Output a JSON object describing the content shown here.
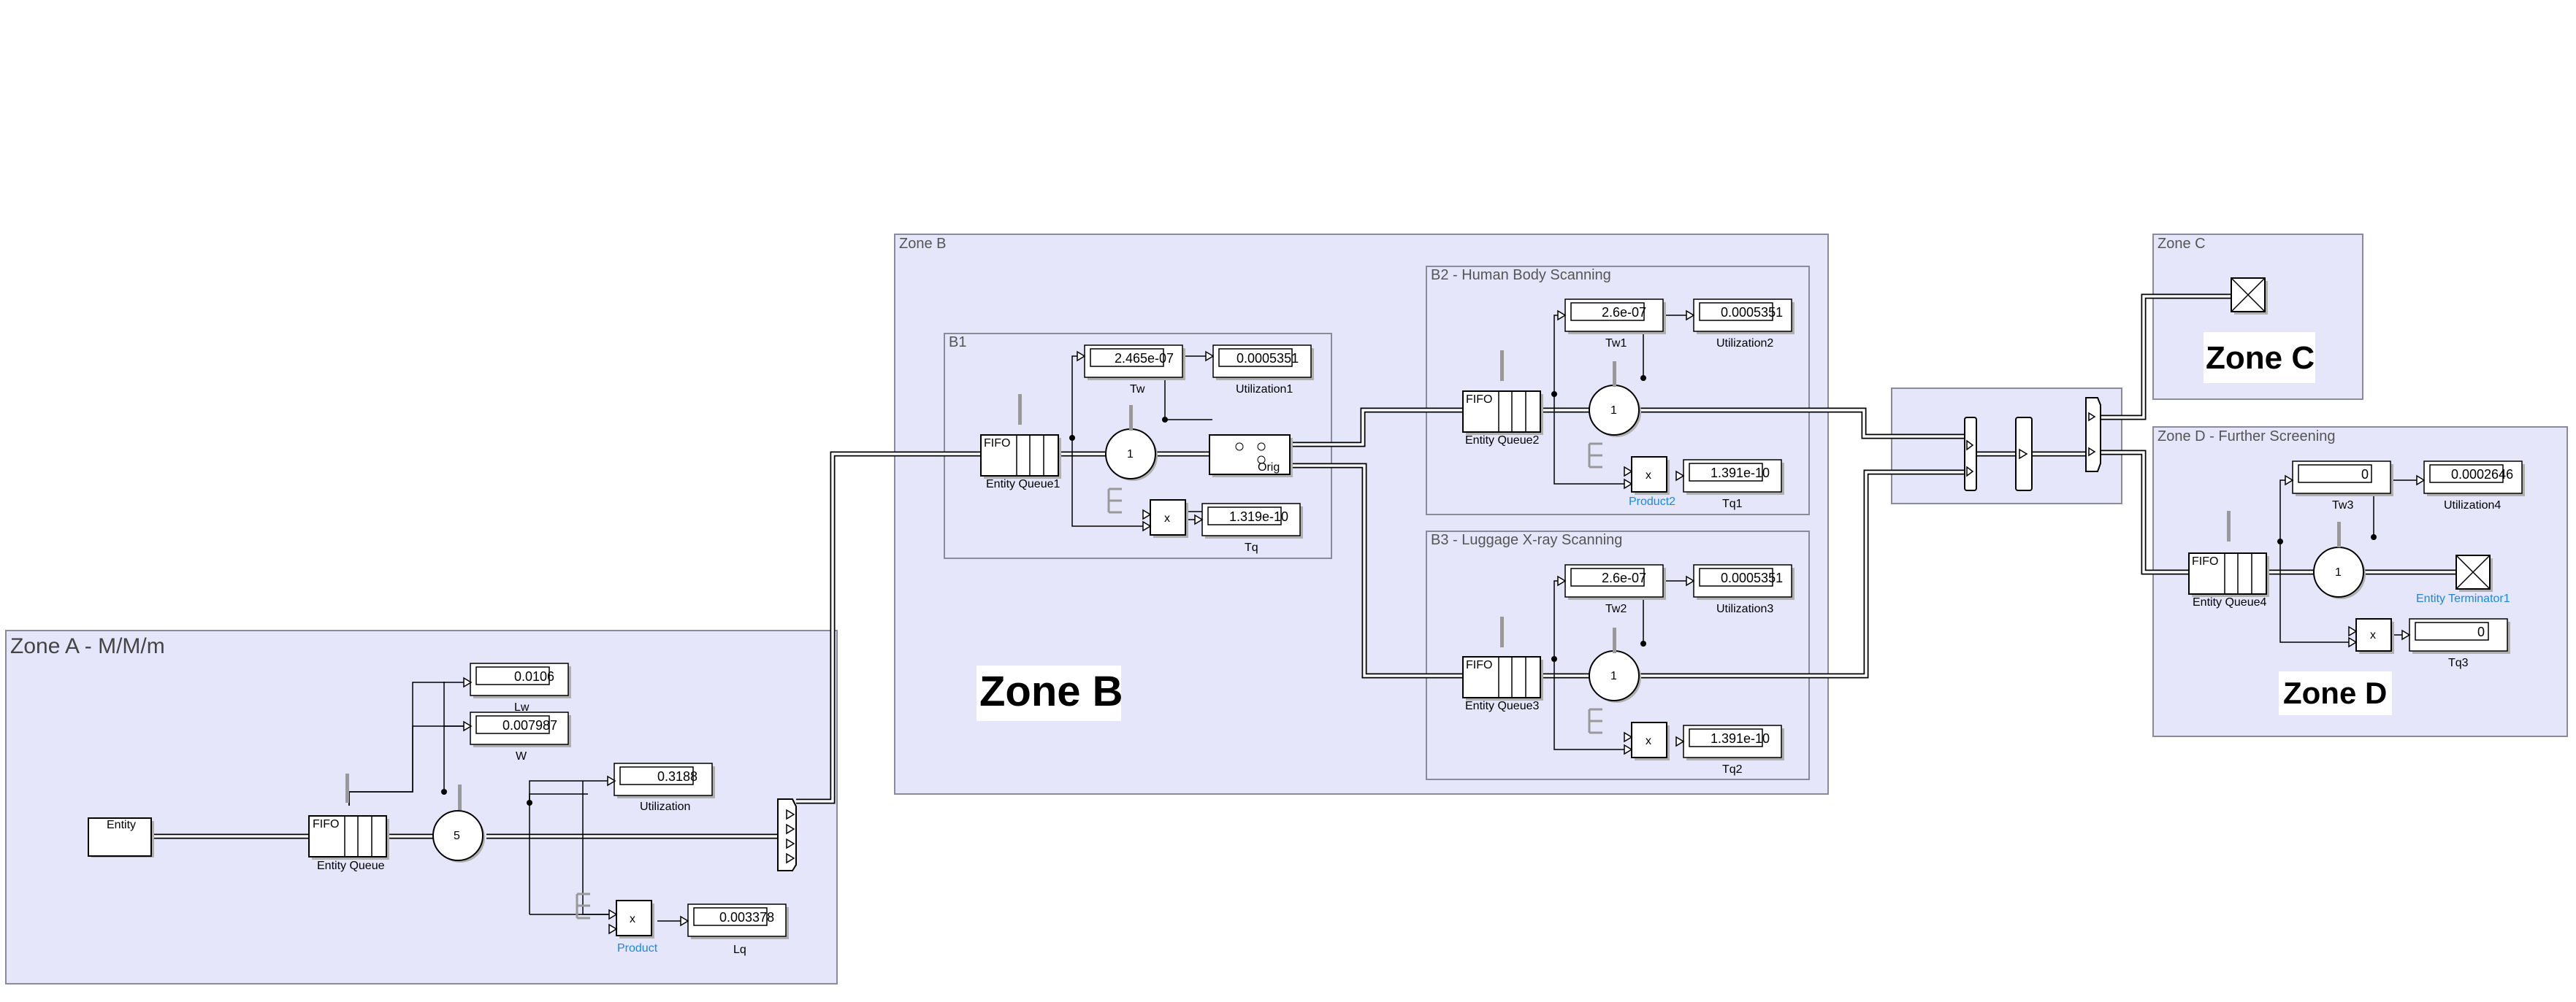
{
  "areas": {
    "zone_a": {
      "label": "Zone A - M/M/m"
    },
    "zone_b": {
      "label": "Zone B",
      "big": "Zone B"
    },
    "b1": {
      "label": "B1"
    },
    "b2": {
      "label": "B2 - Human Body Scanning"
    },
    "b3": {
      "label": "B3 - Luggage X-ray Scanning"
    },
    "zone_c": {
      "label": "Zone C",
      "big": "Zone C"
    },
    "zone_d": {
      "label": "Zone D - Further Screening",
      "big": "Zone D"
    }
  },
  "blocks": {
    "entity_gen": {
      "label": "Entity"
    },
    "queue": {
      "label": "Entity Queue",
      "tag": "FIFO"
    },
    "server": {
      "value": "5"
    },
    "product": {
      "label": "Product",
      "op": "x"
    },
    "queue1": {
      "label": "Entity Queue1",
      "tag": "FIFO"
    },
    "server1": {
      "value": "1"
    },
    "replicate": {
      "label": "Orig"
    },
    "product_b1": {
      "op": "x"
    },
    "queue2": {
      "label": "Entity Queue2",
      "tag": "FIFO"
    },
    "server2": {
      "value": "1"
    },
    "product2": {
      "label": "Product2",
      "op": "x"
    },
    "queue3": {
      "label": "Entity Queue3",
      "tag": "FIFO"
    },
    "server3": {
      "value": "1"
    },
    "product3": {
      "op": "x"
    },
    "queue4": {
      "label": "Entity Queue4",
      "tag": "FIFO"
    },
    "server4": {
      "value": "1"
    },
    "product4": {
      "op": "x"
    },
    "terminator1": {
      "label": "Entity Terminator1"
    }
  },
  "displays": {
    "lw": {
      "value": "0.0106",
      "label": "Lw"
    },
    "w": {
      "value": "0.007987",
      "label": "W"
    },
    "util": {
      "value": "0.3188",
      "label": "Utilization"
    },
    "lq": {
      "value": "0.003378",
      "label": "Lq"
    },
    "tw": {
      "value": "2.465e-07",
      "label": "Tw"
    },
    "util1": {
      "value": "0.0005351",
      "label": "Utilization1"
    },
    "tq": {
      "value": "1.319e-10",
      "label": "Tq"
    },
    "tw1": {
      "value": "2.6e-07",
      "label": "Tw1"
    },
    "util2": {
      "value": "0.0005351",
      "label": "Utilization2"
    },
    "tq1": {
      "value": "1.391e-10",
      "label": "Tq1"
    },
    "tw2": {
      "value": "2.6e-07",
      "label": "Tw2"
    },
    "util3": {
      "value": "0.0005351",
      "label": "Utilization3"
    },
    "tq2": {
      "value": "1.391e-10",
      "label": "Tq2"
    },
    "tw3": {
      "value": "0",
      "label": "Tw3"
    },
    "util4": {
      "value": "0.0002646",
      "label": "Utilization4"
    },
    "tq3": {
      "value": "0",
      "label": "Tq3"
    }
  },
  "icons": [
    "fifo-queue-icon",
    "server-icon",
    "terminator-icon",
    "replicator-icon",
    "path-combiner-icon",
    "output-switch-icon",
    "product-icon",
    "display-icon",
    "entity-generator-icon"
  ]
}
